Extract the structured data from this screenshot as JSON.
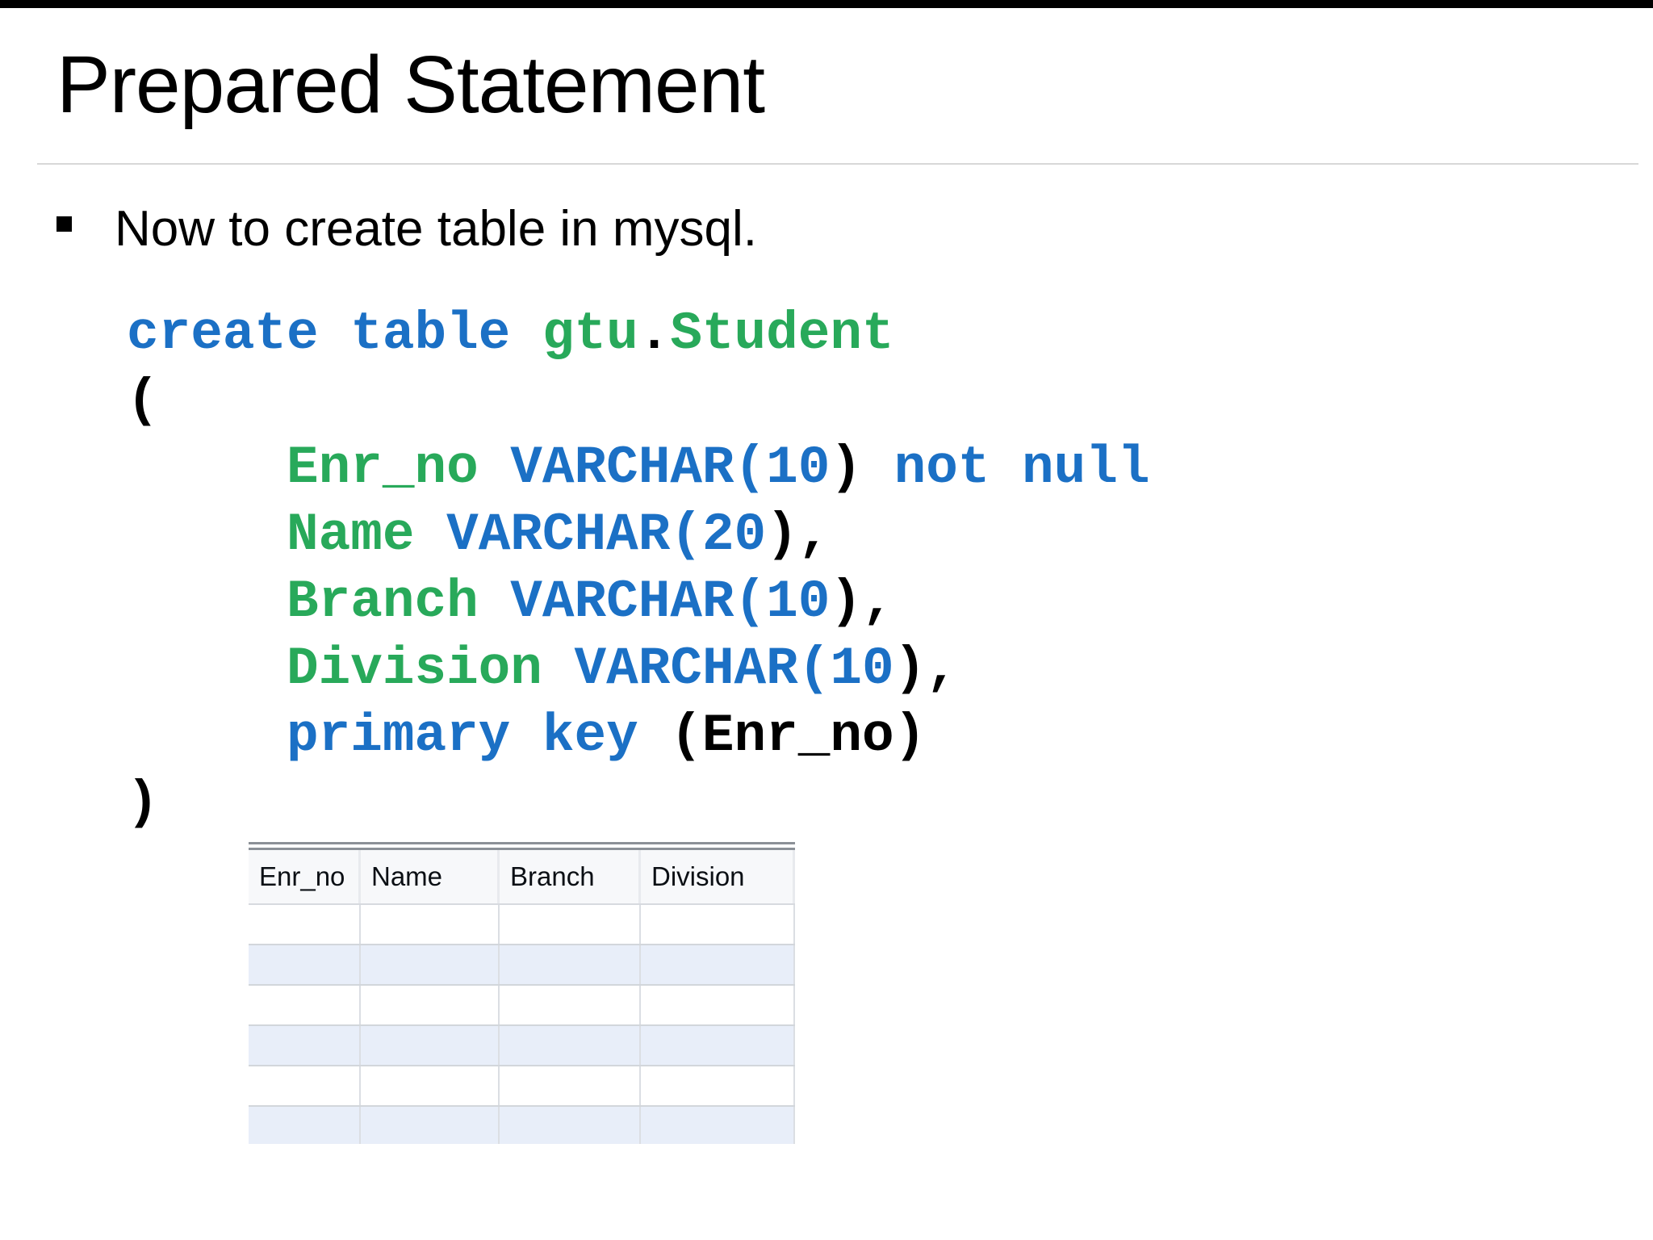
{
  "slide": {
    "title": "Prepared Statement",
    "bullet_text": "Now to create table in mysql."
  },
  "code": {
    "token_colors": {
      "keyword": "#1b70c5",
      "identifier": "#28a95a",
      "plain": "#000000"
    },
    "lines": [
      {
        "tokens": [
          [
            "create table ",
            "keyword"
          ],
          [
            "gtu",
            "identifier"
          ],
          [
            ".",
            "plain"
          ],
          [
            "Student",
            "identifier"
          ]
        ]
      },
      {
        "tokens": [
          [
            "(",
            "plain"
          ]
        ]
      },
      {
        "tokens": [
          [
            "     ",
            "plain"
          ],
          [
            "Enr_no",
            "identifier"
          ],
          [
            " ",
            "plain"
          ],
          [
            "VARCHAR(10",
            "keyword"
          ],
          [
            ") ",
            "plain"
          ],
          [
            "not null",
            "keyword"
          ]
        ]
      },
      {
        "tokens": [
          [
            "     ",
            "plain"
          ],
          [
            "Name",
            "identifier"
          ],
          [
            " ",
            "plain"
          ],
          [
            "VARCHAR(20",
            "keyword"
          ],
          [
            "),",
            "plain"
          ]
        ]
      },
      {
        "tokens": [
          [
            "     ",
            "plain"
          ],
          [
            "Branch",
            "identifier"
          ],
          [
            " ",
            "plain"
          ],
          [
            "VARCHAR(10",
            "keyword"
          ],
          [
            "),",
            "plain"
          ]
        ]
      },
      {
        "tokens": [
          [
            "     ",
            "plain"
          ],
          [
            "Division",
            "identifier"
          ],
          [
            " ",
            "plain"
          ],
          [
            "VARCHAR(10",
            "keyword"
          ],
          [
            "),",
            "plain"
          ]
        ]
      },
      {
        "tokens": [
          [
            "     ",
            "plain"
          ],
          [
            "primary key",
            "keyword"
          ],
          [
            " (Enr_no)",
            "plain"
          ]
        ]
      },
      {
        "tokens": [
          [
            ")",
            "plain"
          ]
        ]
      }
    ]
  },
  "table": {
    "headers": [
      "Enr_no",
      "Name",
      "Branch",
      "Division"
    ],
    "row_count": 6,
    "row_colors": [
      "#ffffff",
      "#e8eef9"
    ],
    "header_bg": "#f7f8fa",
    "cells_empty": true
  }
}
